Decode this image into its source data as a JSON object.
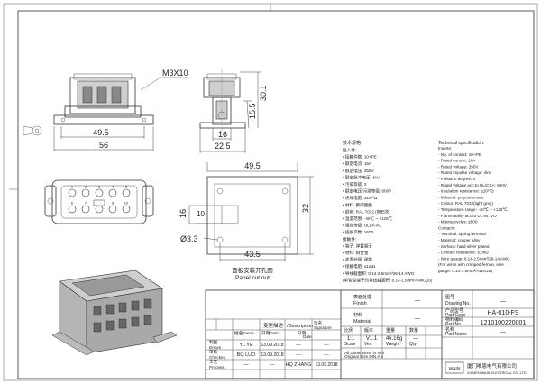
{
  "drawing": {
    "callout_thread": "M3X10",
    "dims": {
      "front_width_outer": "56",
      "front_width_inner": "49.5",
      "side_height_total": "30.1",
      "side_height_lower": "15.5",
      "side_width_top": "16",
      "side_width_bottom": "22.5",
      "cut_top": "49.5",
      "cut_height": "32",
      "cut_inner_height": "16",
      "cut_inner_width": "10",
      "cut_bottom": "43.5",
      "hole_dia": "Ø3.3"
    },
    "panel_cut_cn": "面板安装开孔图",
    "panel_cut_en": "Panel cut out",
    "pin_numbers": [
      "1",
      "2",
      "3",
      "4",
      "5",
      "6",
      "7",
      "8",
      "9",
      "10"
    ]
  },
  "spec_cn": {
    "heading": "技术规格：",
    "lines": [
      "插入件：",
      "• 接触件数: 10+PE",
      "• 额定电流: 16A",
      "• 额定电压: 250V",
      "• 额定脉冲电压: 4kV",
      "• 污染等级: 3",
      "• 额定电压/污染等级: 600V",
      "• 绝缘电阻: ≥10¹⁰Ω",
      "• 材料: 聚碳酸酯",
      "• 颜色: RAL 7032 (卵石灰)",
      "• 温度范围: -40℃ ~ +125℃",
      "• 阻燃等级: UL94-VO",
      "• 插拔次数: ≥500",
      "接触件：",
      "• 端子: 弹簧端子",
      "• 材料: 铜合金",
      "• 表面处理: 硬银",
      "• 接触电阻: ≤1mΩ",
      "• 导线截面积: 0.14-2.5mm²/26-14 AWG",
      "(带管型端子的导线截面积: 0.14-1.5mm²/AWG16)"
    ]
  },
  "spec_en": {
    "heading": "Technical specification:",
    "lines": [
      "Inserts:",
      "- No. of contact: 10+PE",
      "- Rated current: 16A",
      "- Rated voltage: 250V",
      "- Rated impulse voltage: 4kV",
      "- Pollution degree: 3",
      "- Rated voltage acc.to UL/CSA: 600V",
      "- Insulation resistance: ≥10¹⁰Ω",
      "- Material: polycarbonate",
      "- Colour: RAL 7032(light grey)",
      "- Temperature range: -40℃ ~ +125℃",
      "- Flammability acc.to UL 94: VO",
      "- Mating cycles: ≥500",
      "Contacts:",
      "- Terminal: spring terminal",
      "- Material: copper alloy",
      "- Surface: hard-silver plated",
      "- Contact resistance: ≤1mΩ",
      "- Wire gauge: 0.14-2.5mm²/26-14 AWG",
      "(For wires with crimped ferrule, wire",
      "gauge: 0.14-1.5mm²/AWG16)"
    ]
  },
  "title_block": {
    "finish_cn": "表面处理",
    "finish_en": "Finish",
    "finish_val": "—",
    "material_cn": "材料",
    "material_en": "Material",
    "material_val": "—",
    "drawing_no_cn": "图号",
    "drawing_no_en": "Drawing No.",
    "drawing_no_val": "—",
    "part_code_cn": "产品型号",
    "part_code_en": "Part Code",
    "part_code_val": "HA-010-FS",
    "part_no_cn": "物料编码",
    "part_no_en": "Part No.",
    "part_no_val": "1210100220001",
    "part_name_cn": "名称",
    "part_name_en": "Part Name",
    "part_name_val": "—",
    "scale_cn": "比例",
    "scale_en": "Scale",
    "scale_val": "1:1",
    "ver_cn": "版本",
    "ver_en": "Ver.",
    "ver_val": "V1.1",
    "weight_cn": "重量",
    "weight_en": "Weight",
    "weight_val": "46.16g",
    "qty_cn": "数量",
    "qty_en": "Qty.",
    "qty_val": "—",
    "rev_header_cn": "变更描述",
    "rev_header_en": "/Description",
    "sign_cn": "签名",
    "sign_en": "Signature",
    "date_cn": "日期",
    "date_en": "Date",
    "name_cn": "姓名",
    "name_en": "/Name",
    "date2_cn": "日期",
    "date2_en": "/Date",
    "rows": [
      {
        "role_cn": "制图",
        "role_en": "Drawn",
        "name": "YL YE",
        "date": "13.09.2018",
        "sign": "—",
        "sdate": "—"
      },
      {
        "role_cn": "审核",
        "role_en": "Checked",
        "name": "BQ LUO",
        "date": "13.09.2018",
        "sign": "—",
        "sdate": "—"
      },
      {
        "role_cn": "工艺",
        "role_en": "Process",
        "name": "—",
        "date": "—",
        "sign": "HQ ZHANG",
        "sdate": "13.09.2018"
      }
    ],
    "dims_note_1": "All Dimensions in mm",
    "dims_note_2": "Original Size DIN A 4",
    "logo_text": "WAIN",
    "company_cn": "厦门唯恩电气有限公司",
    "company_en": "XIAMEN WAIN ELECTRICAL CO.,LTD"
  }
}
